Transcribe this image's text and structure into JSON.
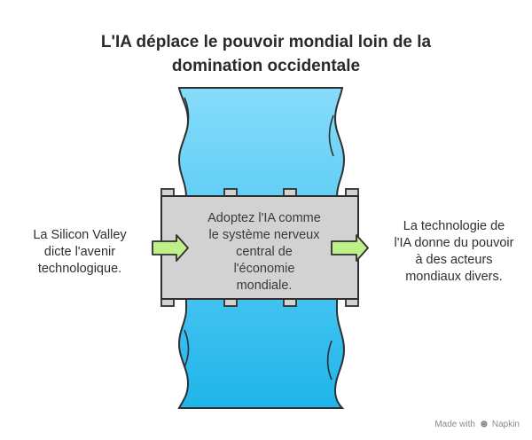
{
  "title": {
    "line1": "L'IA déplace le pouvoir mondial loin de la",
    "line2": "domination occidentale"
  },
  "left_text": {
    "line1": "La Silicon Valley",
    "line2": "dicte l'avenir",
    "line3": "technologique."
  },
  "center_text": {
    "line1": "Adoptez l'IA comme",
    "line2": "le système nerveux",
    "line3": "central de",
    "line4": "l'économie",
    "line5": "mondiale."
  },
  "right_text": {
    "line1": "La technologie de",
    "line2": "l'IA donne du pouvoir",
    "line3": "à des acteurs",
    "line4": "mondiaux divers."
  },
  "footer": {
    "made_with": "Made with",
    "brand": "Napkin"
  },
  "colors": {
    "river_top": "#86dcfb",
    "river_bottom": "#1fb5ea",
    "bridge_fill": "#d2d2d2",
    "bridge_stroke": "#2f2f2f",
    "arrow_fill": "#bff08a",
    "arrow_stroke": "#2f2f2f"
  },
  "icons": {
    "footer_logo": "napkin-logo-icon",
    "left_arrow": "right-arrow-icon",
    "right_arrow": "right-arrow-icon"
  }
}
